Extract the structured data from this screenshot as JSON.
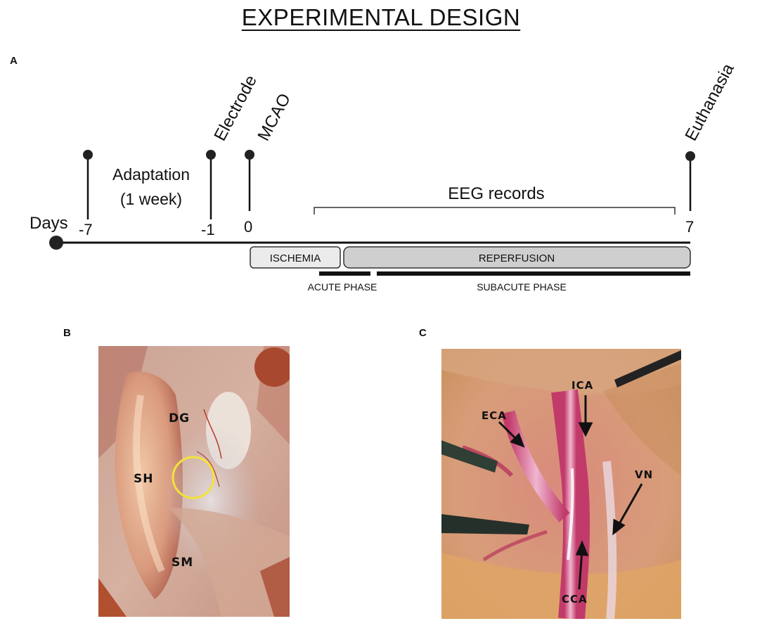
{
  "title": "EXPERIMENTAL DESIGN",
  "panels": {
    "a": "A",
    "b": "B",
    "c": "C"
  },
  "timeline": {
    "axis_label": "Days",
    "markers": [
      {
        "day": "-7",
        "event": ""
      },
      {
        "day": "-1",
        "event": "Electrode"
      },
      {
        "day": "0",
        "event": "MCAO"
      },
      {
        "day": "7",
        "event": "Euthanasia"
      }
    ],
    "adaptation_line1": "Adaptation",
    "adaptation_line2": "(1 week)",
    "eeg_label": "EEG records",
    "ischemia": "ISCHEMIA",
    "reperfusion": "REPERFUSION",
    "acute_phase": "ACUTE PHASE",
    "subacute_phase": "SUBACUTE PHASE"
  },
  "photo_b": {
    "labels": [
      "DG",
      "SH",
      "SM"
    ],
    "circle_color": "#f2e33a"
  },
  "photo_c": {
    "labels": [
      "ECA",
      "ICA",
      "VN",
      "CCA"
    ]
  }
}
